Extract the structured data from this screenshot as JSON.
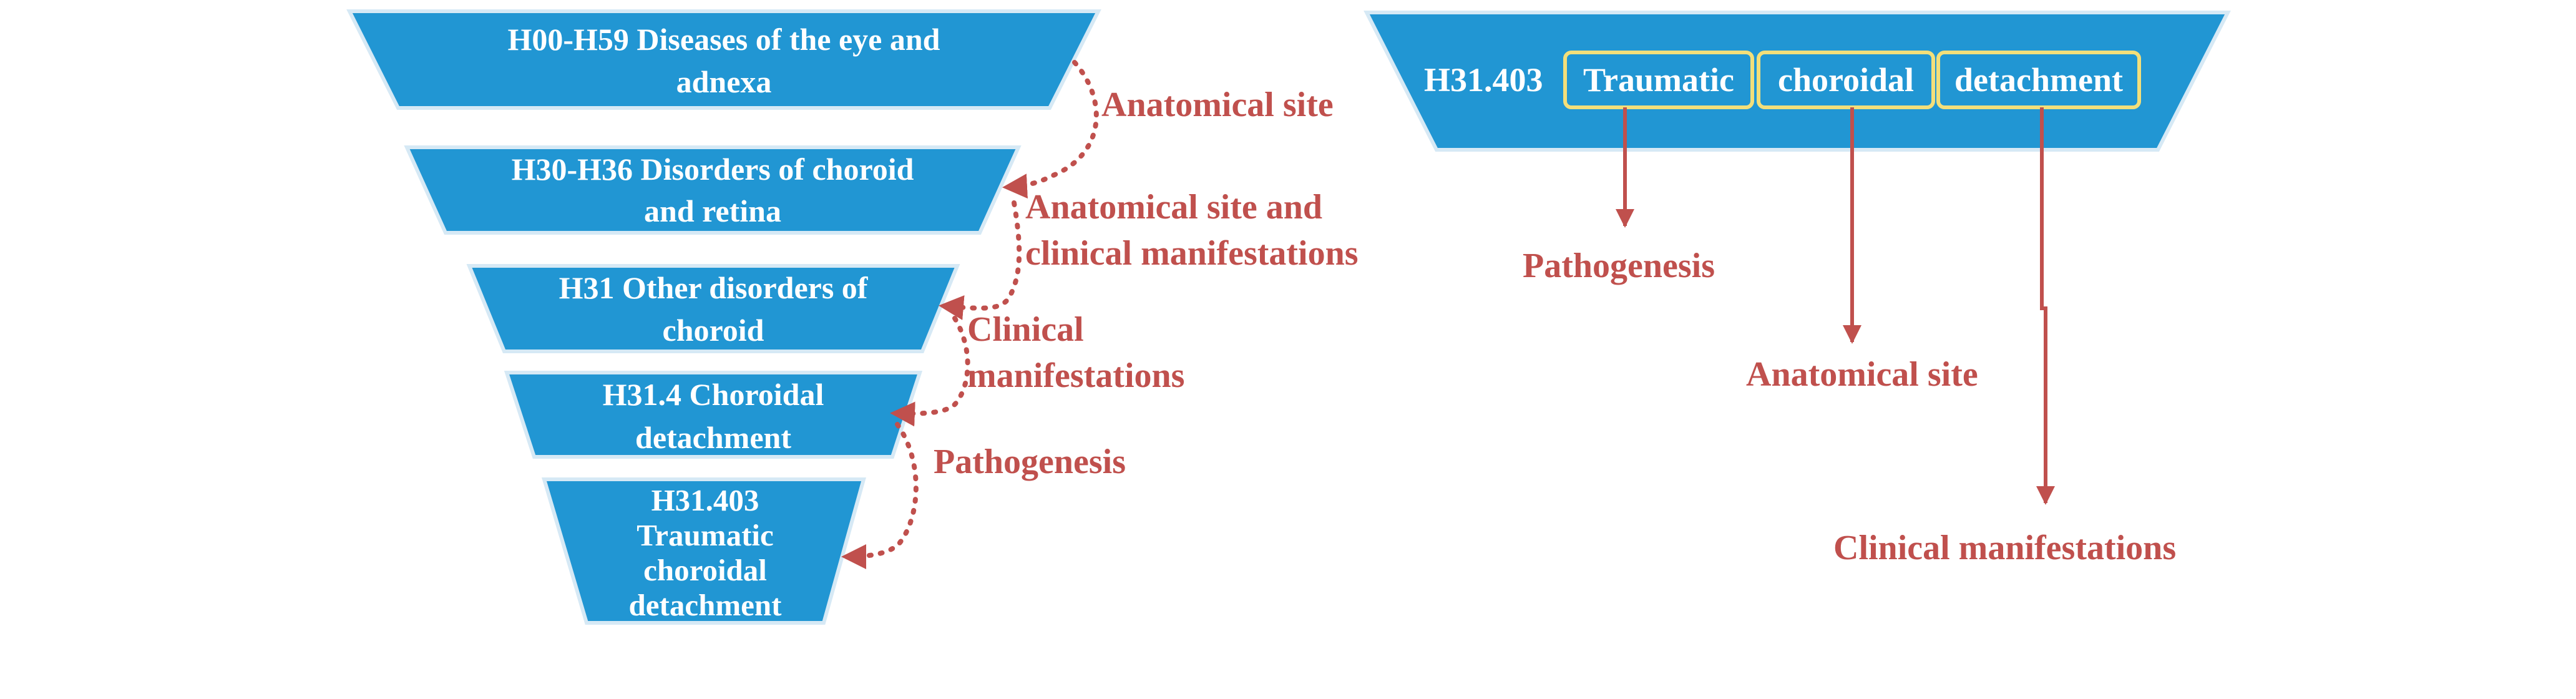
{
  "colors": {
    "tier_fill": "#2196d3",
    "tier_stroke": "#d6e9f5",
    "relation": "#c0504d",
    "highlight_box": "#f3df7a"
  },
  "hierarchy": [
    {
      "lines": [
        "H00-H59 Diseases of the eye and",
        "adnexa"
      ]
    },
    {
      "lines": [
        "H30-H36 Disorders of choroid",
        "and retina"
      ]
    },
    {
      "lines": [
        "H31 Other disorders of",
        "choroid"
      ]
    },
    {
      "lines": [
        "H31.4 Choroidal",
        "detachment"
      ]
    },
    {
      "lines": [
        "H31.403",
        "Traumatic",
        "choroidal",
        "detachment"
      ]
    }
  ],
  "relations": [
    {
      "lines": [
        "Anatomical site"
      ]
    },
    {
      "lines": [
        "Anatomical site and",
        "clinical manifestations"
      ]
    },
    {
      "lines": [
        "Clinical",
        "manifestations"
      ]
    },
    {
      "lines": [
        "Pathogenesis"
      ]
    }
  ],
  "code_breakdown": {
    "code": "H31.403",
    "terms": [
      "Traumatic",
      "choroidal",
      "detachment"
    ],
    "axes": [
      "Pathogenesis",
      "Anatomical site",
      "Clinical manifestations"
    ]
  }
}
